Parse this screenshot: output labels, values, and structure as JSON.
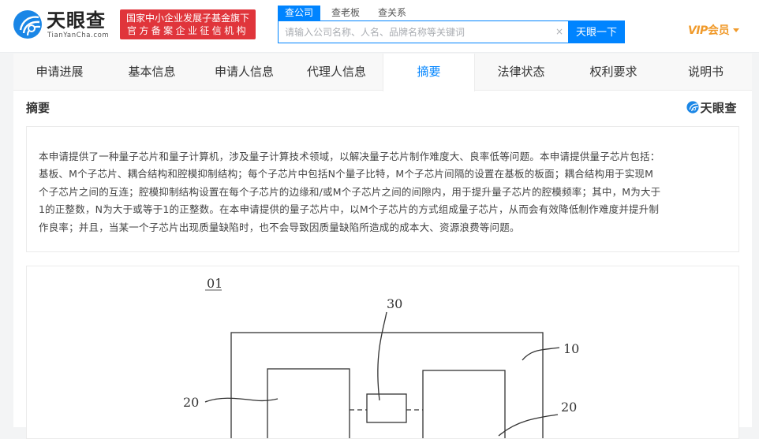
{
  "header": {
    "logo": {
      "cn": "天眼查",
      "en": "TianYanCha.com",
      "icon": "tianyancha-logo-icon"
    },
    "promo": {
      "line1": "国家中小企业发展子基金旗下",
      "line2": "官方备案企业征信机构"
    },
    "search_tabs": [
      {
        "label": "查公司",
        "active": true
      },
      {
        "label": "查老板",
        "active": false
      },
      {
        "label": "查关系",
        "active": false
      }
    ],
    "search": {
      "value": "",
      "placeholder": "请输入公司名称、人名、品牌名称等关键词",
      "clear": "×",
      "button": "天眼一下"
    },
    "vip": {
      "label_en": "VIP",
      "label_cn": "会员"
    }
  },
  "tabs": [
    {
      "label": "申请进展",
      "active": false
    },
    {
      "label": "基本信息",
      "active": false
    },
    {
      "label": "申请人信息",
      "active": false
    },
    {
      "label": "代理人信息",
      "active": false
    },
    {
      "label": "摘要",
      "active": true
    },
    {
      "label": "法律状态",
      "active": false
    },
    {
      "label": "权利要求",
      "active": false
    },
    {
      "label": "说明书",
      "active": false
    }
  ],
  "section": {
    "title": "摘要",
    "brand": "天眼查",
    "abstract_lines": [
      "本申请提供了一种量子芯片和量子计算机，涉及量子计算技术领域，以解决量子芯片制作难度大、良率低等问题。本申请提供量子芯片包括：",
      "基板、M个子芯片、耦合结构和腔模抑制结构；每个子芯片中包括N个量子比特，M个子芯片间隔的设置在基板的板面；耦合结构用于实现M",
      "个子芯片之间的互连；腔模抑制结构设置在每个子芯片的边缘和/或M个子芯片之间的间隙内，用于提升量子芯片的腔模频率；其中，M为大于",
      "1的正整数，N为大于或等于1的正整数。在本申请提供的量子芯片中，以M个子芯片的方式组成量子芯片，从而会有效降低制作难度并提升制",
      "作良率；并且，当某一个子芯片出现质量缺陷时，也不会导致因质量缺陷所造成的成本大、资源浪费等问题。"
    ]
  },
  "figure": {
    "labels": {
      "fig": "01",
      "coupler": "30",
      "substrate": "10",
      "chip_left": "20",
      "chip_right": "20"
    }
  },
  "colors": {
    "brand_blue": "#0084ff",
    "promo_red": "#e0353b",
    "vip_orange": "#f09a2b"
  }
}
